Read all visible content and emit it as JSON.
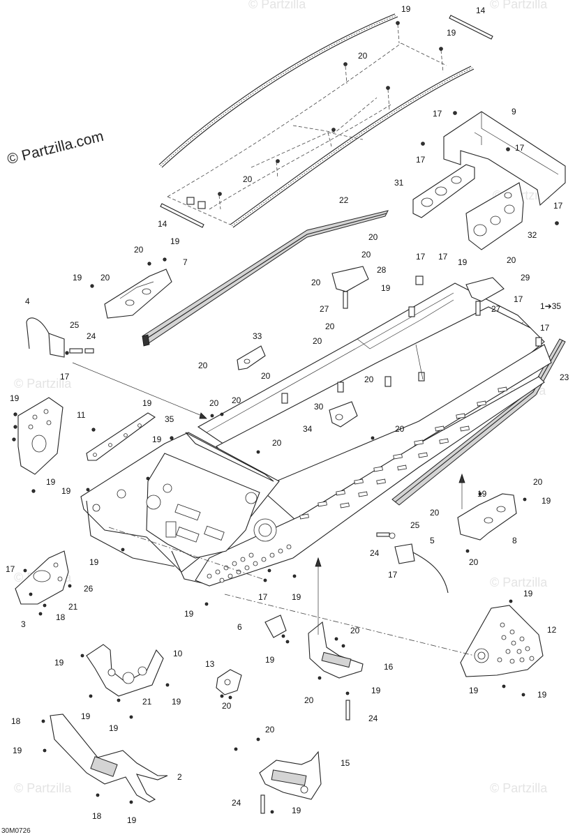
{
  "brand_watermark": "© Partzilla.com",
  "faint_watermark": "© Partzilla",
  "diagram_code": "30M0726",
  "labels": {
    "l1_35": "1➔35",
    "l2": "2",
    "l3": "3",
    "l4": "4",
    "l5": "5",
    "l6": "6",
    "l7": "7",
    "l8": "8",
    "l9": "9",
    "l10": "10",
    "l11": "11",
    "l12": "12",
    "l13": "13",
    "l14": "14",
    "l15": "15",
    "l16": "16",
    "l17": "17",
    "l18": "18",
    "l19": "19",
    "l20": "20",
    "l21": "21",
    "l22": "22",
    "l23": "23",
    "l24": "24",
    "l25": "25",
    "l26": "26",
    "l27": "27",
    "l28": "28",
    "l29": "29",
    "l30": "30",
    "l31": "31",
    "l32": "32",
    "l33": "33",
    "l34": "34",
    "l35": "35"
  }
}
